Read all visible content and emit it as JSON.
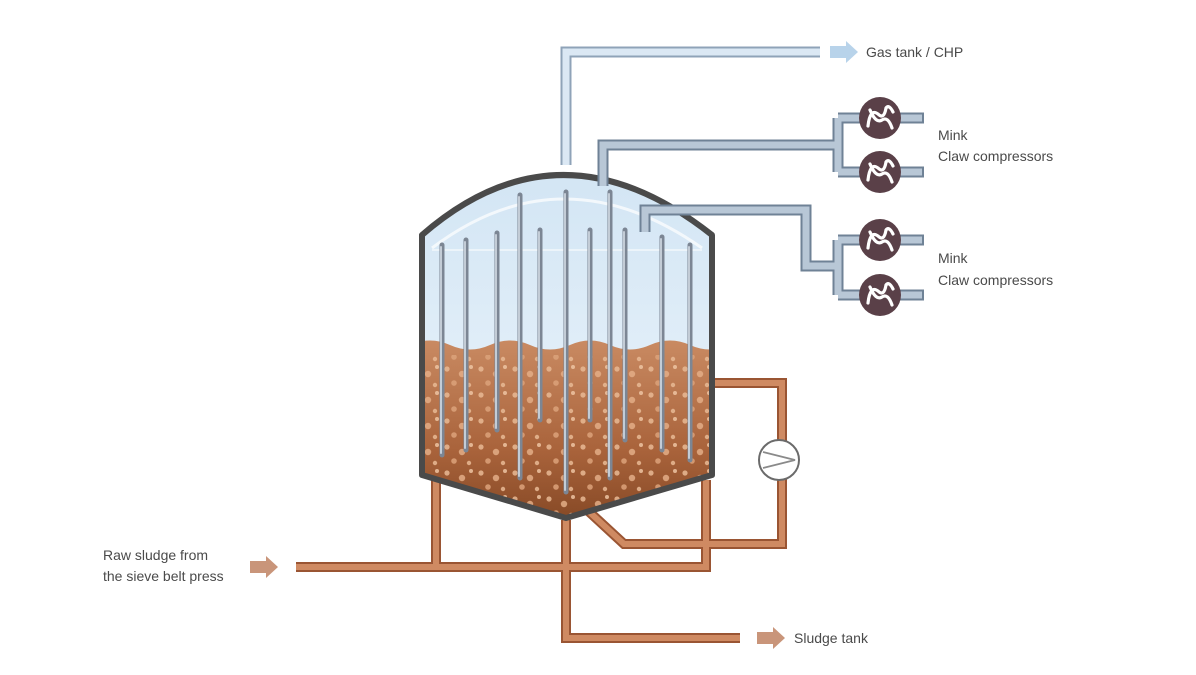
{
  "labels": {
    "gas_tank": "Gas tank / CHP",
    "compressor_group_1": {
      "line1": "Mink",
      "line2": "Claw compressors"
    },
    "compressor_group_2": {
      "line1": "Mink",
      "line2": "Claw compressors"
    },
    "raw_sludge": {
      "line1": "Raw sludge from",
      "line2": "the sieve belt press"
    },
    "sludge_tank": "Sludge tank"
  },
  "colors": {
    "gas_pipe": "#c9d9e8",
    "gas_pipe_outline": "#8fa3b8",
    "compressor_pipe": "#9fb2c6",
    "sludge_pipe": "#c98058",
    "sludge_pipe_outline": "#9a5533",
    "sludge_fill_top": "#b5734a",
    "sludge_fill_bottom": "#7a3f1f",
    "gas_space": "#e4f0fa",
    "tank_wall": "#4a4a4a",
    "compressor_body": "#5a4048",
    "gas_arrow": "#b8d3ea",
    "sludge_arrow": "#c9957a"
  },
  "icons": {
    "compressor": "claw-compressor-icon",
    "pump": "circulation-pump-icon",
    "arrow": "flow-arrow-icon"
  }
}
